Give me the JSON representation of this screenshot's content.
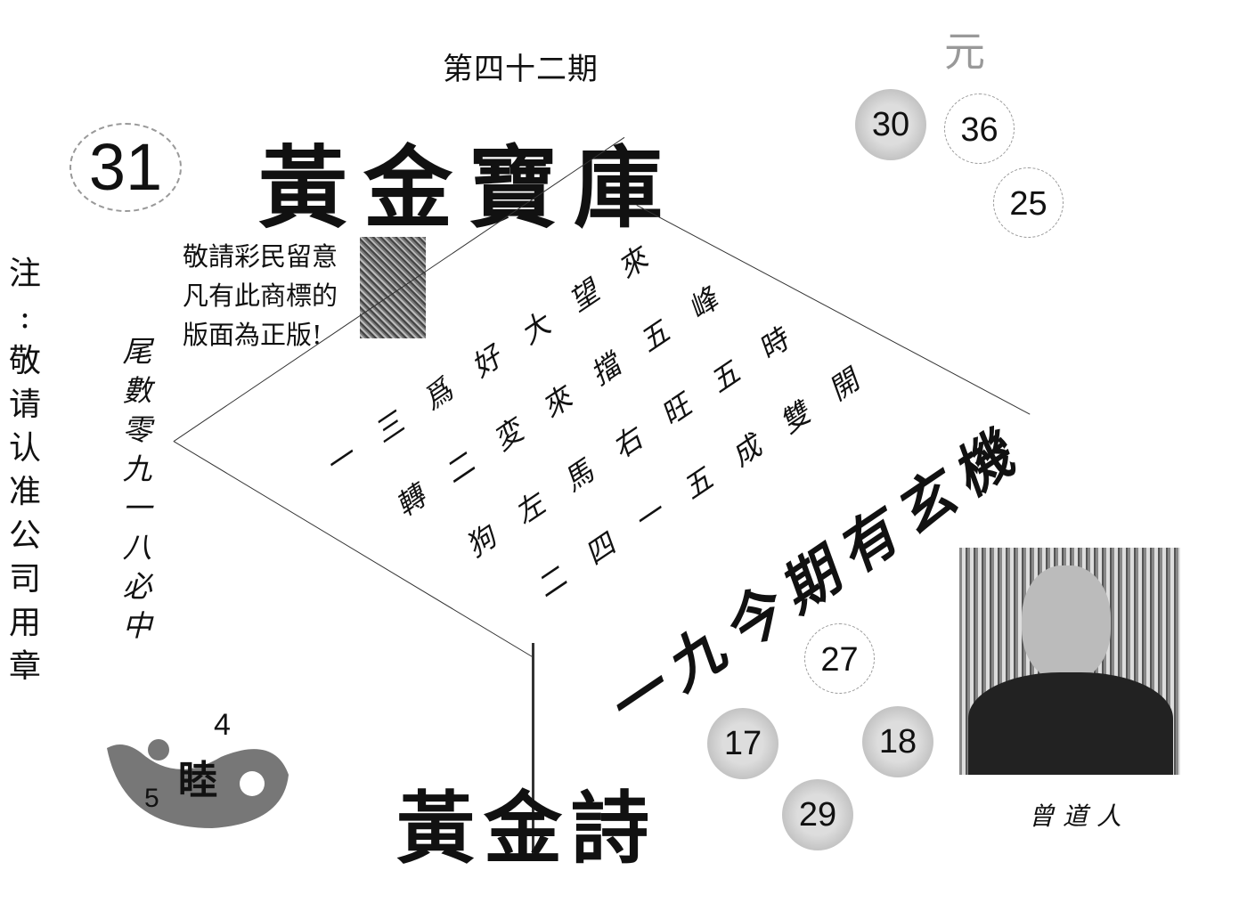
{
  "header": {
    "issue": "第四十二期",
    "title": "黃金寶庫",
    "code_number": "31"
  },
  "notice": {
    "lines": [
      "敬請彩民留意",
      "凡有此商標的",
      "版面為正版!"
    ]
  },
  "side_note": {
    "label": "注",
    "colon": ":",
    "text": "敬请认准公司用章"
  },
  "tail_hint": "尾數零九一八必中",
  "grid_rows": [
    "一三爲好大望來",
    "轉二変來擋五峰",
    "狗左馬右旺五時",
    "二四一五成雙開"
  ],
  "big_phrase": "一九今期有玄機",
  "poem_title": "黃金詩",
  "top_right": {
    "faint_char": "元",
    "numbers": [
      "30",
      "36",
      "25"
    ]
  },
  "bottom_numbers": [
    "27",
    "17",
    "18",
    "29"
  ],
  "yinyang": {
    "char": "睦",
    "n_top": "4",
    "n_left": "5"
  },
  "photo_caption": "曾道人"
}
